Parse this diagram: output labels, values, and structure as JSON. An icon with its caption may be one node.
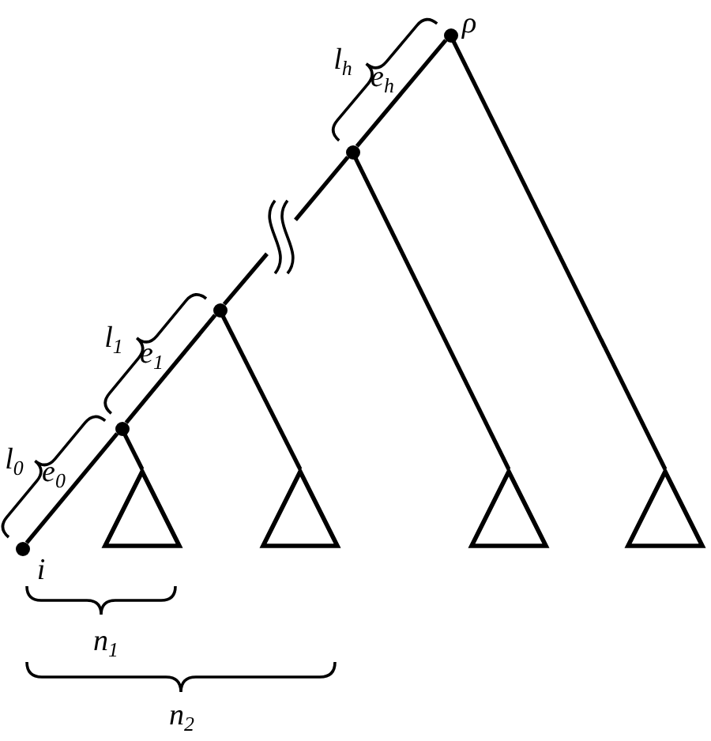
{
  "diagram": {
    "nodes": [
      {
        "text": [],
        "shape": "circle",
        "beside": [
          "ρ"
        ]
      },
      {
        "text": [],
        "shape": "circle"
      },
      {
        "text": [],
        "shape": "squiggle"
      },
      {
        "text": [],
        "shape": "circle"
      },
      {
        "text": [],
        "shape": "circle"
      },
      {
        "text": [],
        "shape": "circle",
        "beside": [
          "i"
        ]
      },
      {
        "text": [],
        "shape": "triangle"
      },
      {
        "text": [],
        "shape": "triangle"
      },
      {
        "text": [],
        "shape": "triangle"
      },
      {
        "text": [],
        "shape": "triangle"
      }
    ],
    "edges": [
      {
        "from": 0,
        "to": 1,
        "arrow": "none",
        "label": "e$_{h}$"
      },
      {
        "from": 0,
        "to": 9,
        "arrow": "none"
      },
      {
        "from": 1,
        "to": 2,
        "arrow": "none"
      },
      {
        "from": 2,
        "to": 3,
        "arrow": "none"
      },
      {
        "from": 1,
        "to": 8,
        "arrow": "none"
      },
      {
        "from": 3,
        "to": 4,
        "arrow": "none",
        "label": "e$_{1}$"
      },
      {
        "from": 3,
        "to": 7,
        "arrow": "none"
      },
      {
        "from": 4,
        "to": 5,
        "arrow": "none",
        "label": "e$_{0}$"
      },
      {
        "from": 4,
        "to": 6,
        "arrow": "none"
      }
    ],
    "labels": [
      "l$_{h}$",
      "l$_{1}$",
      "l$_{0}$",
      "n$_{1}$",
      "n$_{2}$"
    ]
  }
}
